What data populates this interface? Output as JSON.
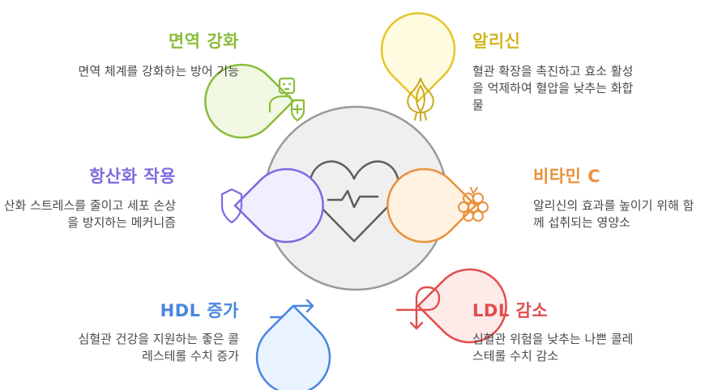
{
  "items": [
    {
      "key": "immune",
      "title": "면역 강화",
      "description": "면역 체계를 강화하는 방어 기능",
      "color": "#8bbd3a",
      "fill": "#f1f8e4",
      "icon": "user-shield-icon"
    },
    {
      "key": "allicin",
      "title": "알리신",
      "description": "혈관 확장을 촉진하고 효소 활성을 억제하여 혈압을 낮추는 화합물",
      "color": "#e3c62b",
      "fill": "#fffbe0",
      "icon": "garlic-icon"
    },
    {
      "key": "antioxidant",
      "title": "항산화 작용",
      "description": "산화 스트레스를 줄이고 세포 손상을 방지하는 메커니즘",
      "color": "#7b6ce0",
      "fill": "#f1efff",
      "icon": "shield-icon"
    },
    {
      "key": "vitamin_c",
      "title": "비타민 C",
      "description": "알리신의 효과를 높이기 위해 함께 섭취되는 영양소",
      "color": "#e8913c",
      "fill": "#fff2e2",
      "icon": "berry-icon"
    },
    {
      "key": "hdl",
      "title": "HDL 증가",
      "description": "심혈관 건강을 지원하는 좋은 콜레스테롤 수치 증가",
      "color": "#4a86e0",
      "fill": "#e9f2ff",
      "icon": "trend-up-arrow-icon"
    },
    {
      "key": "ldl",
      "title": "LDL 감소",
      "description": "심혈관 위험을 낮추는 나쁜 콜레스테롤 수치 감소",
      "color": "#e04e4e",
      "fill": "#ffeaea",
      "icon": "down-arrow-loop-icon"
    }
  ],
  "center": {
    "icon": "heart-pulse-icon"
  }
}
